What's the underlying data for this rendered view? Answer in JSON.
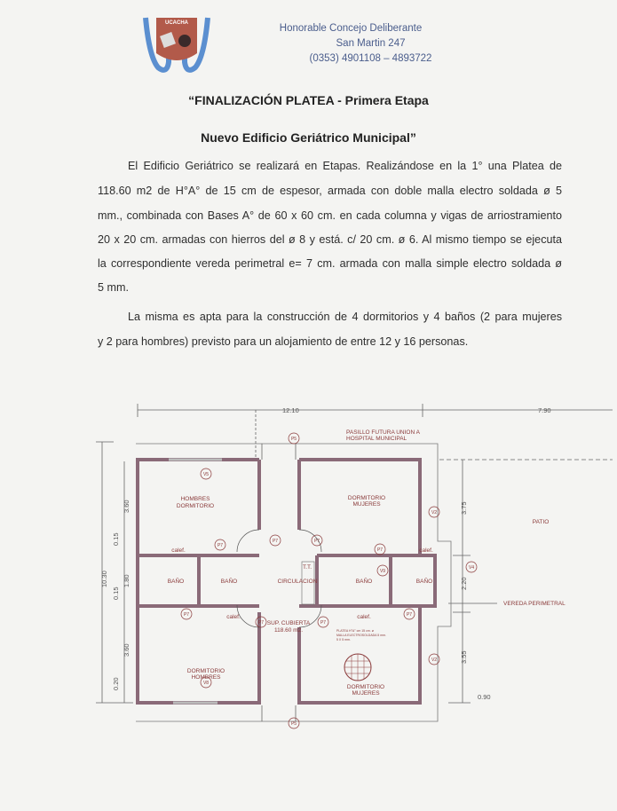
{
  "letterhead": {
    "logo_text": "UCACHA",
    "institution": "Honorable Concejo Deliberante",
    "address": "San Martin 247",
    "phone": "(0353) 4901108 – 4893722"
  },
  "title": {
    "line1": "“FINALIZACIÓN PLATEA - Primera Etapa",
    "line2": "Nuevo Edificio Geriátrico Municipal”"
  },
  "body": {
    "paragraph1": [
      "El Edificio Geriátrico se realizará en Etapas. Realizándose en la 1° una Platea de",
      "118.60 m2 de H°A° de 15 cm de espesor, armada con doble malla electro soldada ø 5",
      "mm., combinada con Bases A° de 60 x 60 cm. en cada columna y vigas de arriostramiento",
      "20 x 20 cm. armadas con hierros del ø 8 y está. c/ 20 cm. ø 6. Al mismo tiempo se ejecuta",
      "la correspondiente vereda perimetral e= 7 cm. armada con malla simple electro soldada ø",
      "5 mm."
    ],
    "paragraph2": [
      "La misma es apta para la construcción de 4 dormitorios y 4 baños (2 para mujeres",
      "y 2 para hombres) previsto para un alojamiento de entre 12 y 16 personas."
    ]
  },
  "plan": {
    "dimensions": {
      "top_left": "12.10",
      "top_right": "7.90",
      "total_left": "10.30",
      "left_top": "3.60",
      "left_mid": "1.80",
      "left_bottom": "3.60",
      "left_w1": "0.15",
      "left_w2": "0.15",
      "left_w3": "0.20",
      "right_top": "3.75",
      "right_mid": "2.20",
      "right_bottom": "3.55",
      "right_small": "0.90"
    },
    "labels": {
      "pasillo": [
        "PASILLO FUTURA UNION A",
        "HOSPITAL MUNICIPAL"
      ],
      "patio": "PATIO",
      "vereda": "VEREDA PERIMETRAL",
      "dorm_h_top": [
        "HOMBRES",
        "DORMITORIO"
      ],
      "dorm_m_top": [
        "DORMITORIO",
        "MUJERES"
      ],
      "dorm_h_bottom": [
        "DORMITORIO",
        "HOMBRES"
      ],
      "dorm_m_bottom": [
        "DORMITORIO",
        "MUJERES"
      ],
      "bano": "BAÑO",
      "circulacion": "CIRCULACION",
      "tt": "T.T.",
      "calef": "calef.",
      "sup": [
        "SUP. CUBIERTA",
        "118.60 m2."
      ],
      "platea_note": [
        "PLATEA H°A° cm 15 cm. ø",
        "MALLA ELECTROSOLDADA 5 mm.",
        "5 X 5 mm."
      ],
      "p5": "P5",
      "p7": "P7",
      "v2": "V2",
      "v4": "V4",
      "v5": "V5",
      "v8": "V8",
      "v9": "V9"
    },
    "colors": {
      "wall": "#8a6a78",
      "text": "#8a3a3a"
    }
  }
}
